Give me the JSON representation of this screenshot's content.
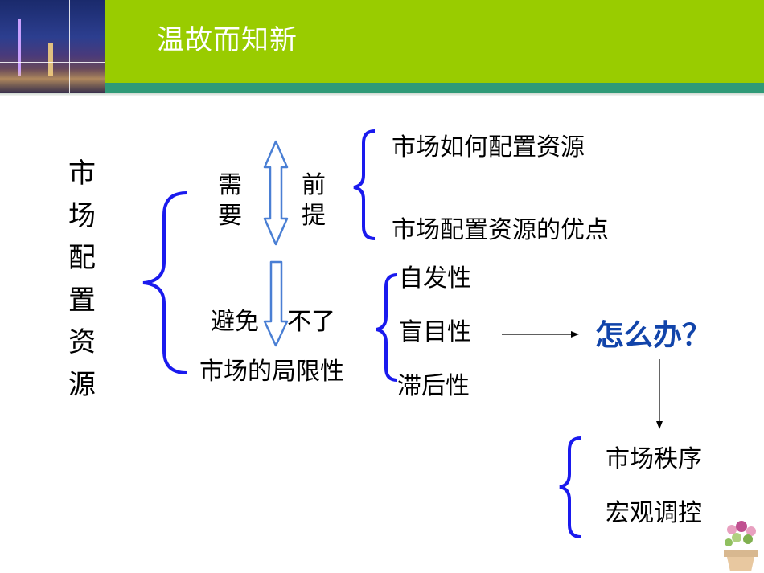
{
  "header": {
    "title": "温故而知新"
  },
  "diagram": {
    "root": "市场配置资源",
    "need": "需要",
    "premise": "前提",
    "premise_items": [
      "市场如何配置资源",
      "市场配置资源的优点"
    ],
    "avoid": "避免",
    "not_avoidable": "不了",
    "limitation": "市场的局限性",
    "traits": [
      "自发性",
      "盲目性",
      "滞后性"
    ],
    "question": "怎么办？",
    "solutions": [
      "市场秩序",
      "宏观调控"
    ]
  },
  "colors": {
    "header_band": "#99cc00",
    "header_line": "#2f9a77",
    "brace": "#1a1aee",
    "arrow_stroke": "#4a7fd4",
    "question_text": "#1144aa"
  }
}
